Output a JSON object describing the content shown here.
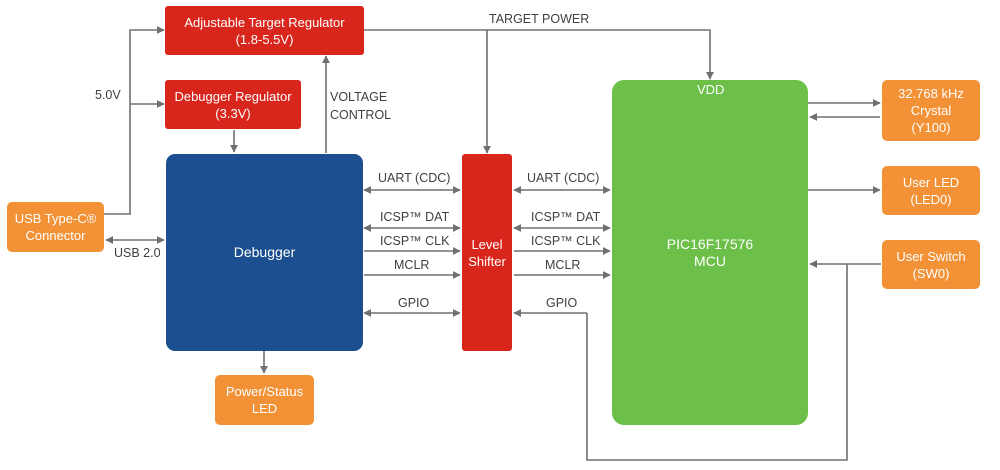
{
  "blocks": {
    "adj_reg": {
      "line1": "Adjustable Target Regulator",
      "line2": "(1.8-5.5V)"
    },
    "dbg_reg": {
      "line1": "Debugger Regulator",
      "line2": "(3.3V)"
    },
    "debugger": {
      "line1": "Debugger"
    },
    "level_shifter": {
      "line1": "Level",
      "line2": "Shifter"
    },
    "mcu": {
      "line1": "PIC16F17576",
      "line2": "MCU",
      "pin": "VDD"
    },
    "usb": {
      "line1": "USB Type-C®",
      "line2": "Connector"
    },
    "power_led": {
      "line1": "Power/Status",
      "line2": "LED"
    },
    "crystal": {
      "line1": "32.768 kHz",
      "line2": "Crystal",
      "line3": "(Y100)"
    },
    "user_led": {
      "line1": "User LED",
      "line2": "(LED0)"
    },
    "user_switch": {
      "line1": "User Switch",
      "line2": "(SW0)"
    }
  },
  "labels": {
    "target_power": "TARGET POWER",
    "v5": "5.0V",
    "voltage": "VOLTAGE",
    "control": "CONTROL",
    "usb20": "USB 2.0",
    "uart_left": "UART (CDC)",
    "dat_left": "ICSP™ DAT",
    "clk_left": "ICSP™ CLK",
    "mclr_left": "MCLR",
    "gpio_left": "GPIO",
    "uart_right": "UART (CDC)",
    "dat_right": "ICSP™ DAT",
    "clk_right": "ICSP™ CLK",
    "mclr_right": "MCLR",
    "gpio_right": "GPIO"
  },
  "colors": {
    "regulator": "#d9261c",
    "debugger": "#1c4f8f",
    "mcu": "#6cc04a",
    "peripheral": "#f29136",
    "line": "#707070"
  }
}
